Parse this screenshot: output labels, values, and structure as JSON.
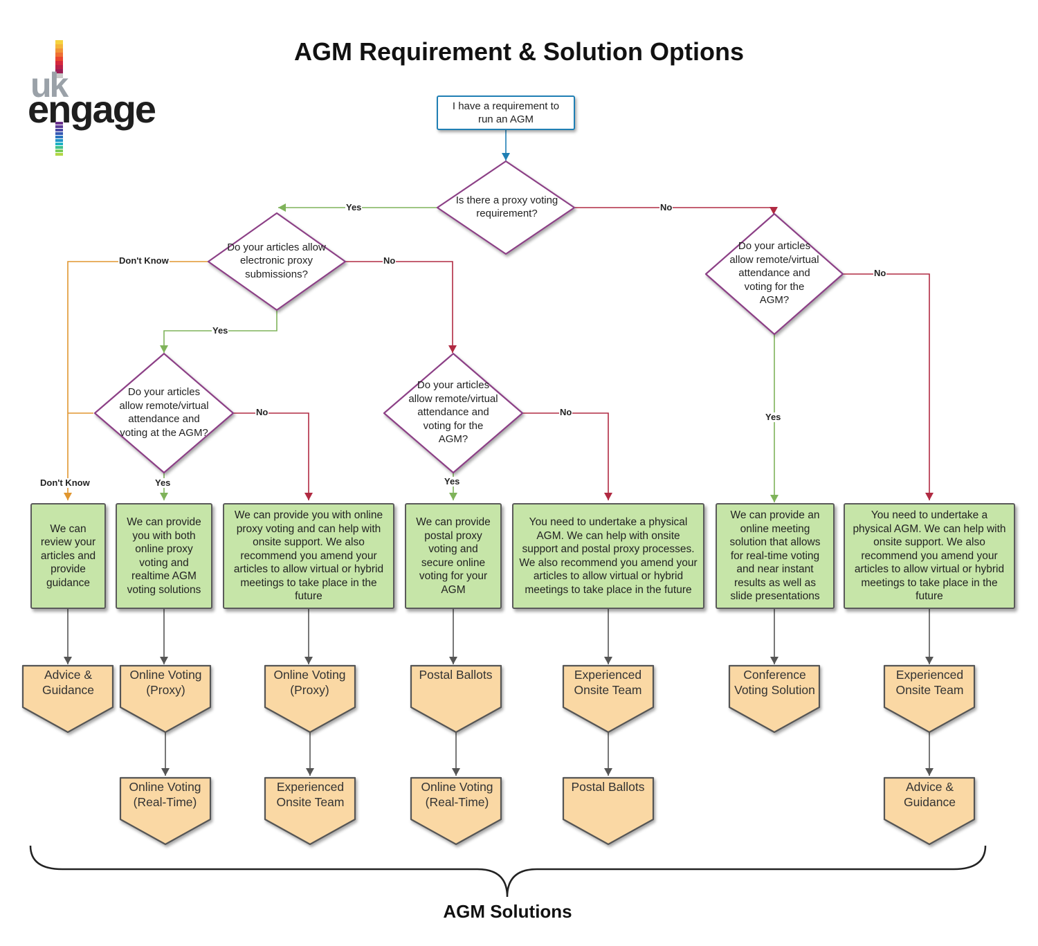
{
  "title": "AGM Requirement & Solution Options",
  "footer": "AGM Solutions",
  "logo": {
    "top": "uk",
    "bottom": "engage"
  },
  "colors": {
    "yes": "#7fb35a",
    "no": "#b02a42",
    "dont_know": "#e0962f",
    "start_border": "#1f7fb4",
    "diamond_border": "#8c3f86",
    "green_fill": "#c6e5a8",
    "orange_fill": "#fad8a4"
  },
  "start": "I have a requirement to run an AGM",
  "decisions": {
    "proxy": "Is there a proxy voting requirement?",
    "electronic": "Do your articles allow electronic proxy submissions?",
    "remote_left": "Do your articles allow remote/virtual attendance and voting at the AGM?",
    "remote_mid": "Do your articles allow remote/virtual attendance and voting for the AGM?",
    "remote_right": "Do your articles allow remote/virtual attendance and voting for the AGM?"
  },
  "edge_labels": {
    "yes": "Yes",
    "no": "No",
    "dont_know": "Don't Know"
  },
  "solutions": [
    "We can review your articles and provide guidance",
    "We can provide you with both online proxy voting and realtime AGM voting solutions",
    "We can provide you with online proxy voting and can help with onsite support. We also recommend you amend your articles to allow virtual or hybrid meetings to take place in the future",
    "We can provide postal proxy voting and secure online voting for your AGM",
    "You need to undertake a physical AGM. We can help with onsite support and postal proxy processes. We also recommend you amend your articles to allow virtual or hybrid meetings to take place in the future",
    "We can provide an online meeting solution that allows for real-time voting and near instant results as well as slide presentations",
    "You need to undertake a physical AGM. We can help with onsite support. We also recommend you amend your articles to allow virtual or hybrid meetings to take place in the future"
  ],
  "outcomes_row1": [
    "Advice & Guidance",
    "Online Voting (Proxy)",
    "Online Voting (Proxy)",
    "Postal Ballots",
    "Experienced Onsite Team",
    "Conference Voting Solution",
    "Experienced Onsite Team"
  ],
  "outcomes_row2": [
    "Online Voting (Real-Time)",
    "Experienced Onsite Team",
    "Online Voting (Real-Time)",
    "Postal Ballots",
    "Advice & Guidance"
  ]
}
